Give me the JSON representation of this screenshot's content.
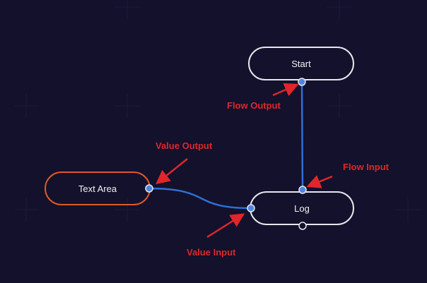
{
  "nodes": {
    "start": {
      "label": "Start"
    },
    "log": {
      "label": "Log"
    },
    "text_area": {
      "label": "Text Area"
    }
  },
  "annotations": {
    "flow_output": "Flow Output",
    "flow_input": "Flow Input",
    "value_output": "Value Output",
    "value_input": "Value Input"
  },
  "colors": {
    "background": "#13112b",
    "node_border": "#e6e6ee",
    "text_area_border": "#e0582b",
    "connector": "#2f6fd6",
    "port_fill": "#4f86e0",
    "annotation": "#e0262b"
  }
}
